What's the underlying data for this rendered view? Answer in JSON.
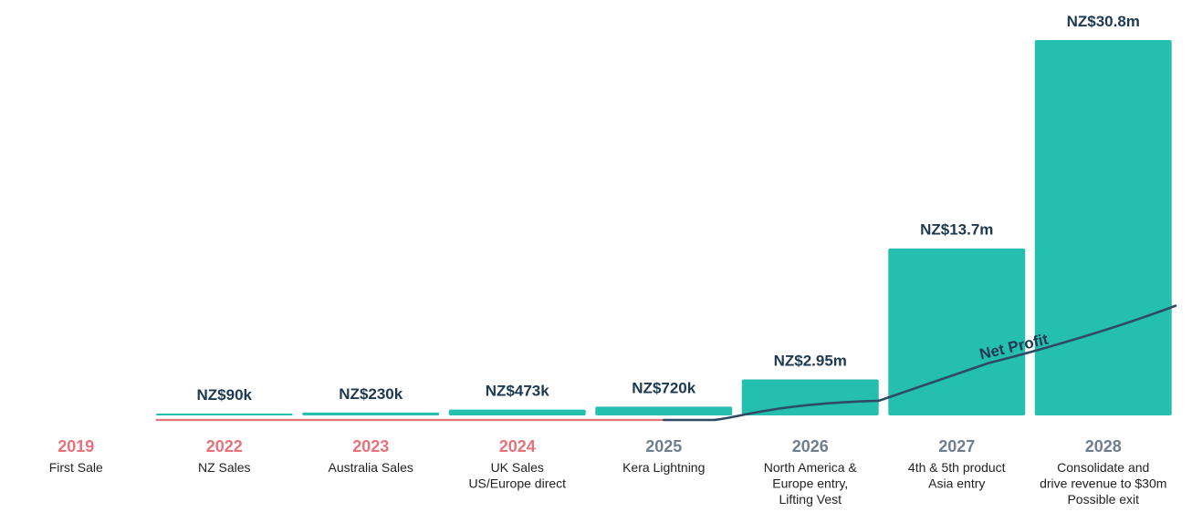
{
  "chart_data": {
    "type": "bar",
    "categories": [
      "2019",
      "2022",
      "2023",
      "2024",
      "2025",
      "2026",
      "2027",
      "2028"
    ],
    "series": [
      {
        "values": [
          null,
          0.09,
          0.23,
          0.473,
          0.72,
          2.95,
          13.7,
          30.8
        ],
        "labels": [
          "",
          "NZ$90k",
          "NZ$230k",
          "NZ$473k",
          "NZ$720k",
          "NZ$2.95m",
          "NZ$13.7m",
          "NZ$30.8m"
        ]
      },
      {
        "name": "Net Profit",
        "type": "line",
        "values": [
          null,
          0,
          0,
          0,
          0,
          1.2,
          4.3,
          9.0
        ]
      }
    ],
    "milestones": [
      [
        "First Sale"
      ],
      [
        "NZ Sales"
      ],
      [
        "Australia Sales"
      ],
      [
        "UK Sales",
        "US/Europe direct"
      ],
      [
        "Kera Lightning"
      ],
      [
        "North America &",
        "Europe entry,",
        "Lifting Vest"
      ],
      [
        "4th & 5th product",
        "Asia entry"
      ],
      [
        "Consolidate and",
        "drive revenue to $30m",
        "Possible exit"
      ]
    ],
    "actual_years": [
      "2019",
      "2022",
      "2023",
      "2024"
    ],
    "projected_years": [
      "2025",
      "2026",
      "2027",
      "2028"
    ],
    "units": "NZ$ millions",
    "ylim": [
      0,
      30.8
    ],
    "grid": false,
    "legend": "none",
    "colors": {
      "bar": "#25bfb0",
      "value_label": "#1d3a52",
      "actual_year": "#e8717a",
      "projected_year": "#6e7e8c",
      "net_profit_line": "#2f4a63",
      "net_profit_line_actual": "#e8717a"
    }
  }
}
